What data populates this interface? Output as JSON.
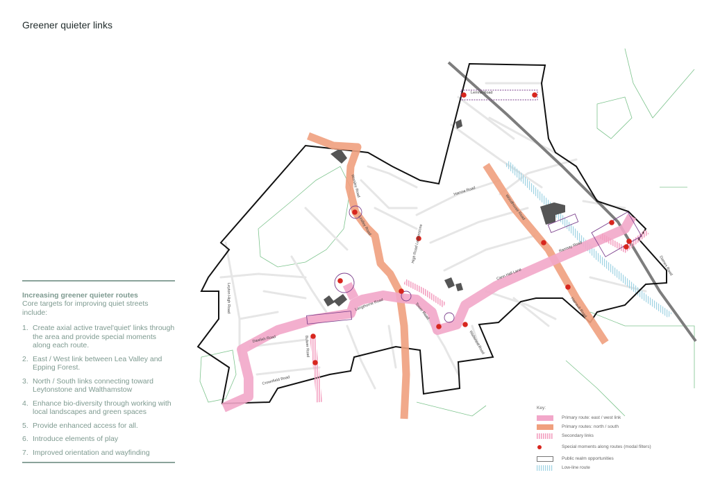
{
  "page": {
    "title": "Greener quieter links"
  },
  "panel": {
    "heading": "Increasing greener quieter routes",
    "intro": "Core targets for improving quiet streets include:",
    "targets": [
      "Create axial active travel'quiet' links through the area and provide special moments along each route.",
      "East / West link between Lea Valley and Epping Forest.",
      "North / South links connecting toward Leytonstone and Walthamstow",
      "Enhance bio-diversity through working with local landscapes and green spaces",
      "Provide enhanced access for all.",
      "Introduce elements of play",
      "Improved orientation and wayfinding"
    ],
    "numbers": [
      "1.",
      "2.",
      "3.",
      "4.",
      "5.",
      "6.",
      "7."
    ]
  },
  "map": {
    "streets": {
      "leyton_high_road": "Leyton High Road",
      "dawlish_road": "Dawlish Road",
      "crownfield_road": "Crownfield Road",
      "langthorne_road": "Langthorne Road",
      "high_road_leytonstone": "High Road Leytonstone",
      "cann_hall_lane": "Cann Hall Lane",
      "harrow_road": "Harrow Road",
      "dames_road": "Dames Road",
      "lemna_road": "Lemna Road",
      "ramsay_road": "Ramsay Road",
      "woodhouse_road": "Woodhouse Road",
      "hainault_road": "Hainault Road",
      "worsley_road": "Worsley Road",
      "tower_road": "Tower Road",
      "bulwer_road": "Bulwer Road",
      "wallwood_road": "Wallwood Road",
      "lindley_road": "Lindley Road"
    },
    "colors": {
      "primary_east_west": "#f2a7c9",
      "primary_north_south": "#f0a07e",
      "secondary": "#f3a0c0",
      "special_moment": "#d7261e",
      "public_realm": "#7b3f8c",
      "low_line": "#9ed3e3",
      "boundary": "#111111",
      "green_space": "#7cc38c",
      "street": "#e6e6e6",
      "railway": "#7d7d7d"
    }
  },
  "key": {
    "title": "Key:",
    "items": [
      {
        "label": "Primary route: east / west link",
        "swatch": "primary-east-west"
      },
      {
        "label": "Primary routes: north / south",
        "swatch": "primary-north-south"
      },
      {
        "label": "Secondary links",
        "swatch": "secondary-links"
      },
      {
        "label": "Special moments along routes (modal filters)",
        "swatch": "special-moment"
      },
      {
        "label": "Public realm opportunities",
        "swatch": "public-realm"
      },
      {
        "label": "Low-line route",
        "swatch": "low-line"
      }
    ]
  }
}
